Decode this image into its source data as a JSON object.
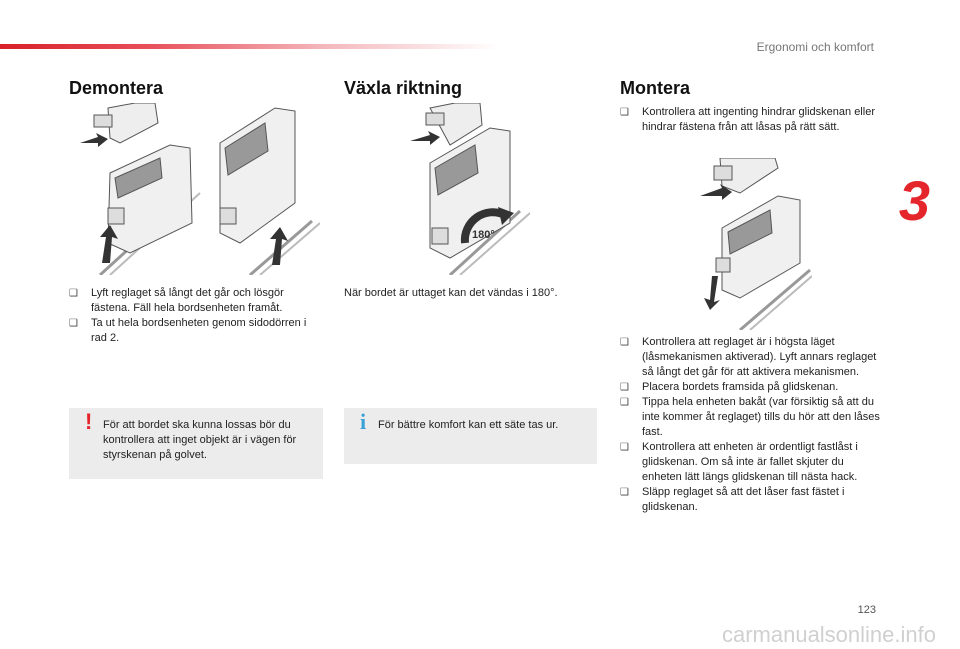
{
  "header": {
    "section": "Ergonomi och komfort",
    "chapter": "3"
  },
  "columns": {
    "left": {
      "title": "Demontera",
      "bullets": [
        "Lyft reglaget så långt det går och lösgör fästena. Fäll hela bordsenheten framåt.",
        "Ta ut hela bordsenheten genom sidodörren i rad 2."
      ],
      "warning": "För att bordet ska kunna lossas bör du kontrollera att inget objekt är i vägen för styrskenan på golvet.",
      "warning_mark": "!"
    },
    "middle": {
      "title": "Växla riktning",
      "text": "När bordet är uttaget kan det vändas i 180°.",
      "rotate_label": "180°",
      "info": "För bättre komfort kan ett säte tas ur.",
      "info_mark": "i"
    },
    "right": {
      "title": "Montera",
      "bullets_top": [
        "Kontrollera att ingenting hindrar glidskenan eller hindrar fästena från att låsas på rätt sätt."
      ],
      "bullets_bottom": [
        "Kontrollera att reglaget är i högsta läget (låsmekanismen aktiverad). Lyft annars reglaget så långt det går för att aktivera mekanismen.",
        "Placera bordets framsida på glidskenan.",
        "Tippa hela enheten bakåt (var försiktig så att du inte kommer åt reglaget) tills du hör att den låses fast.",
        "Kontrollera att enheten är ordentligt fastlåst i glidskenan. Om så inte är fallet skjuter du enheten lätt längs glidskenan till nästa hack.",
        "Släpp reglaget så att det låser fast fästet i glidskenan."
      ]
    }
  },
  "checkbox_glyph": "❑",
  "page_number": "123",
  "watermark": "carmanualsonline.info",
  "colors": {
    "accent_red": "#e5252c",
    "info_blue": "#3aa0d8",
    "box_grey": "#ececec"
  }
}
